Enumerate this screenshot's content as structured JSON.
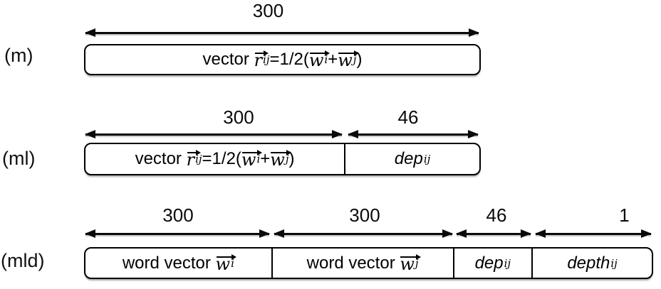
{
  "rows": {
    "m": {
      "label": "(m)",
      "dim1": "300"
    },
    "ml": {
      "label": "(ml)",
      "dim1": "300",
      "dim2": "46"
    },
    "mld": {
      "label": "(mld)",
      "dim1": "300",
      "dim2": "300",
      "dim3": "46",
      "dim4": "1"
    }
  },
  "formula": {
    "prefix": "vector ",
    "r_var": "r",
    "r_sub": "ij",
    "equals": "=1/2(",
    "w_var": "w",
    "i_sub": "i",
    "plus": "+",
    "j_sub": "j",
    "close": ")"
  },
  "word_vector_i": {
    "prefix": "word vector ",
    "var": "w",
    "sub": "i"
  },
  "word_vector_j": {
    "prefix": "word vector ",
    "var": "w",
    "sub": "j"
  },
  "dep": {
    "var": "dep",
    "sub": "ij"
  },
  "depth": {
    "var": "depth",
    "sub": "ij"
  },
  "colors": {
    "ink": "#000000",
    "background": "#ffffff"
  }
}
